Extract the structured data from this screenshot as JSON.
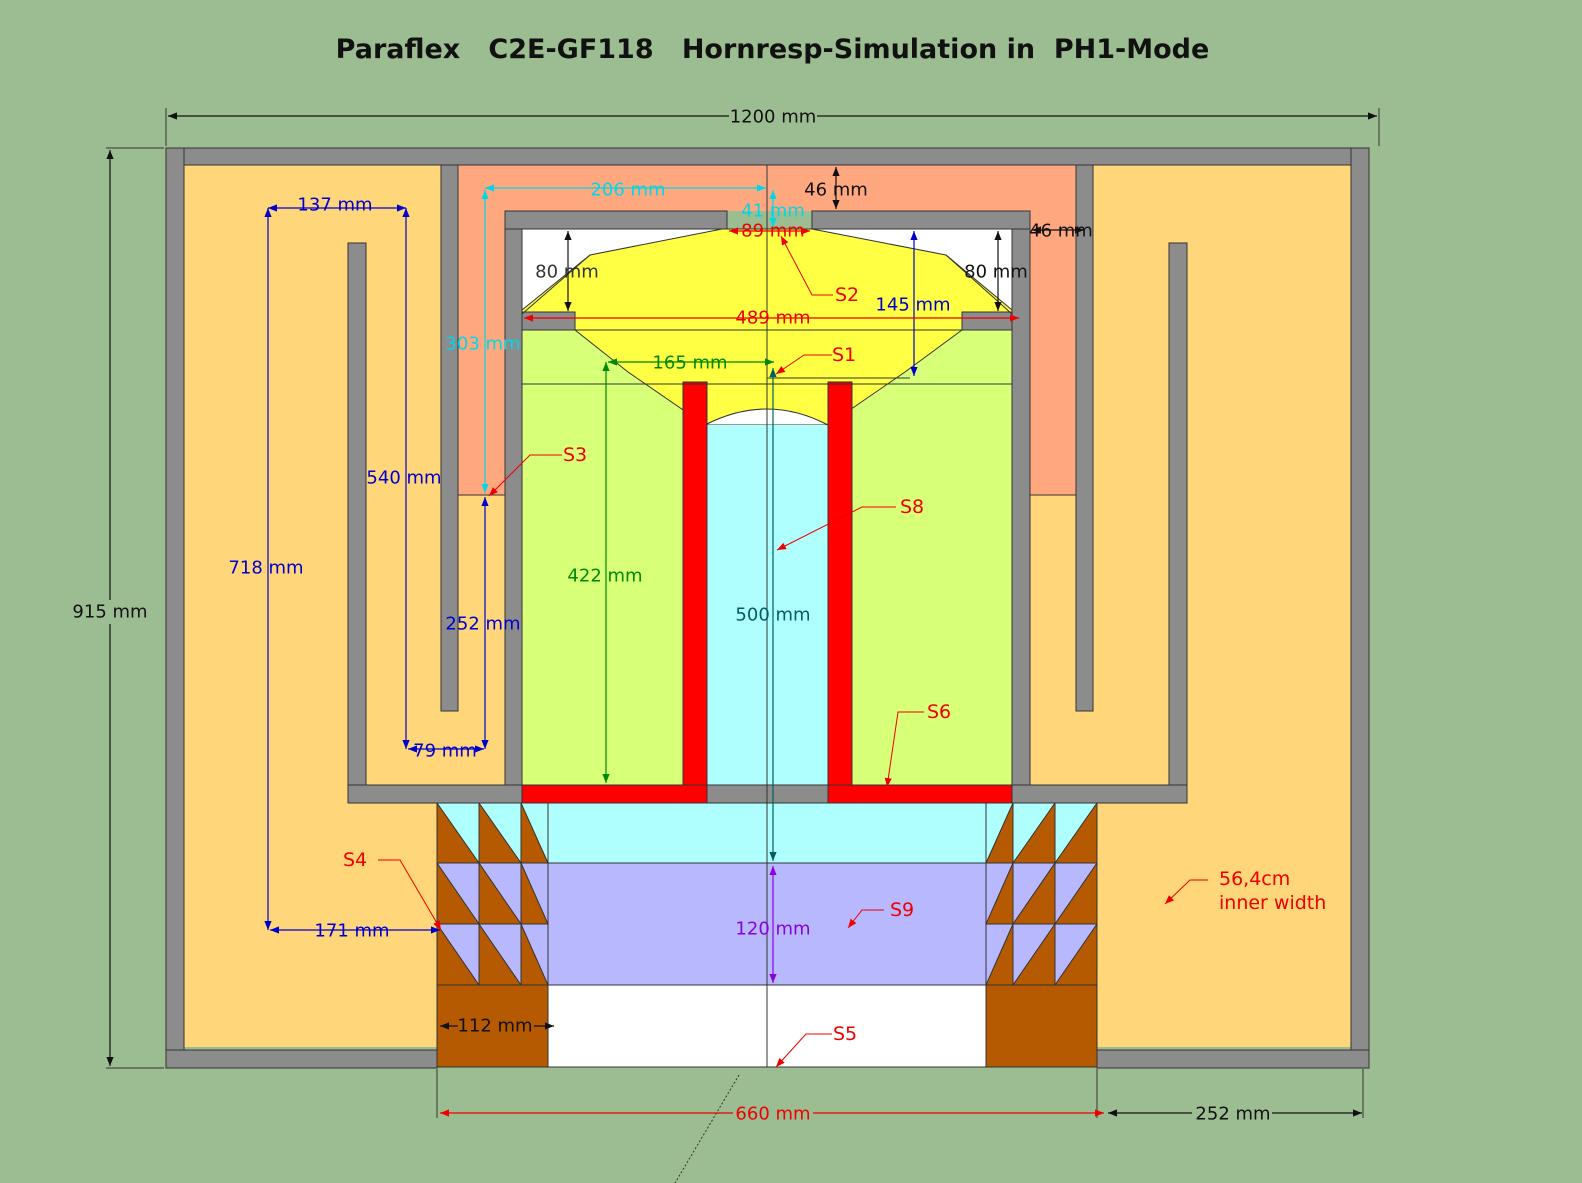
{
  "title": "Paraflex   C2E-GF118   Hornresp-Simulation in  PH1-Mode",
  "colors": {
    "background": "#9cbc92",
    "wall": "#8c8c8c",
    "outer_chamber": "#ffd67a",
    "upper_chamber": "#ffa880",
    "green_chamber": "#d8ff78",
    "driver": "#ffff44",
    "tube": "#ff0000",
    "throat": "#b0ffff",
    "lower_chamber": "#b8b8ff",
    "bracing": "#b55a00",
    "mouth": "#ffffff",
    "red_label": "#ee0000",
    "blue_label": "#0000cc",
    "green_label": "#008800",
    "cyan_label": "#00d8e8",
    "teal_label": "#006060",
    "purple_label": "#8800dd"
  },
  "dimensions": {
    "overall_width": "1200 mm",
    "overall_height": "915 mm",
    "top_chamber_width": "206 mm",
    "top_wall_gap": "46 mm",
    "side_wall_gap": "46 mm",
    "driver_gap": "41 mm",
    "driver_opening": "89 mm",
    "left_depth": "80 mm",
    "right_depth": "80 mm",
    "driver_depth": "145 mm",
    "driver_width": "489 mm",
    "half_width": "165 mm",
    "fold_width": "137 mm",
    "upper_height": "303 mm",
    "fold_length": "540 mm",
    "lower_fold": "252 mm",
    "fold_gap": "79 mm",
    "line_length": "718 mm",
    "chamber_height": "422 mm",
    "tube_length": "500 mm",
    "base_offset": "171 mm",
    "lower_height": "120 mm",
    "brace_width": "112 mm",
    "mouth_width": "660 mm",
    "side_offset": "252 mm"
  },
  "labels": {
    "s1": "S1",
    "s2": "S2",
    "s3": "S3",
    "s4": "S4",
    "s5": "S5",
    "s6": "S6",
    "s8": "S8",
    "s9": "S9",
    "inner_width_value": "56,4cm",
    "inner_width_text": "inner width"
  }
}
